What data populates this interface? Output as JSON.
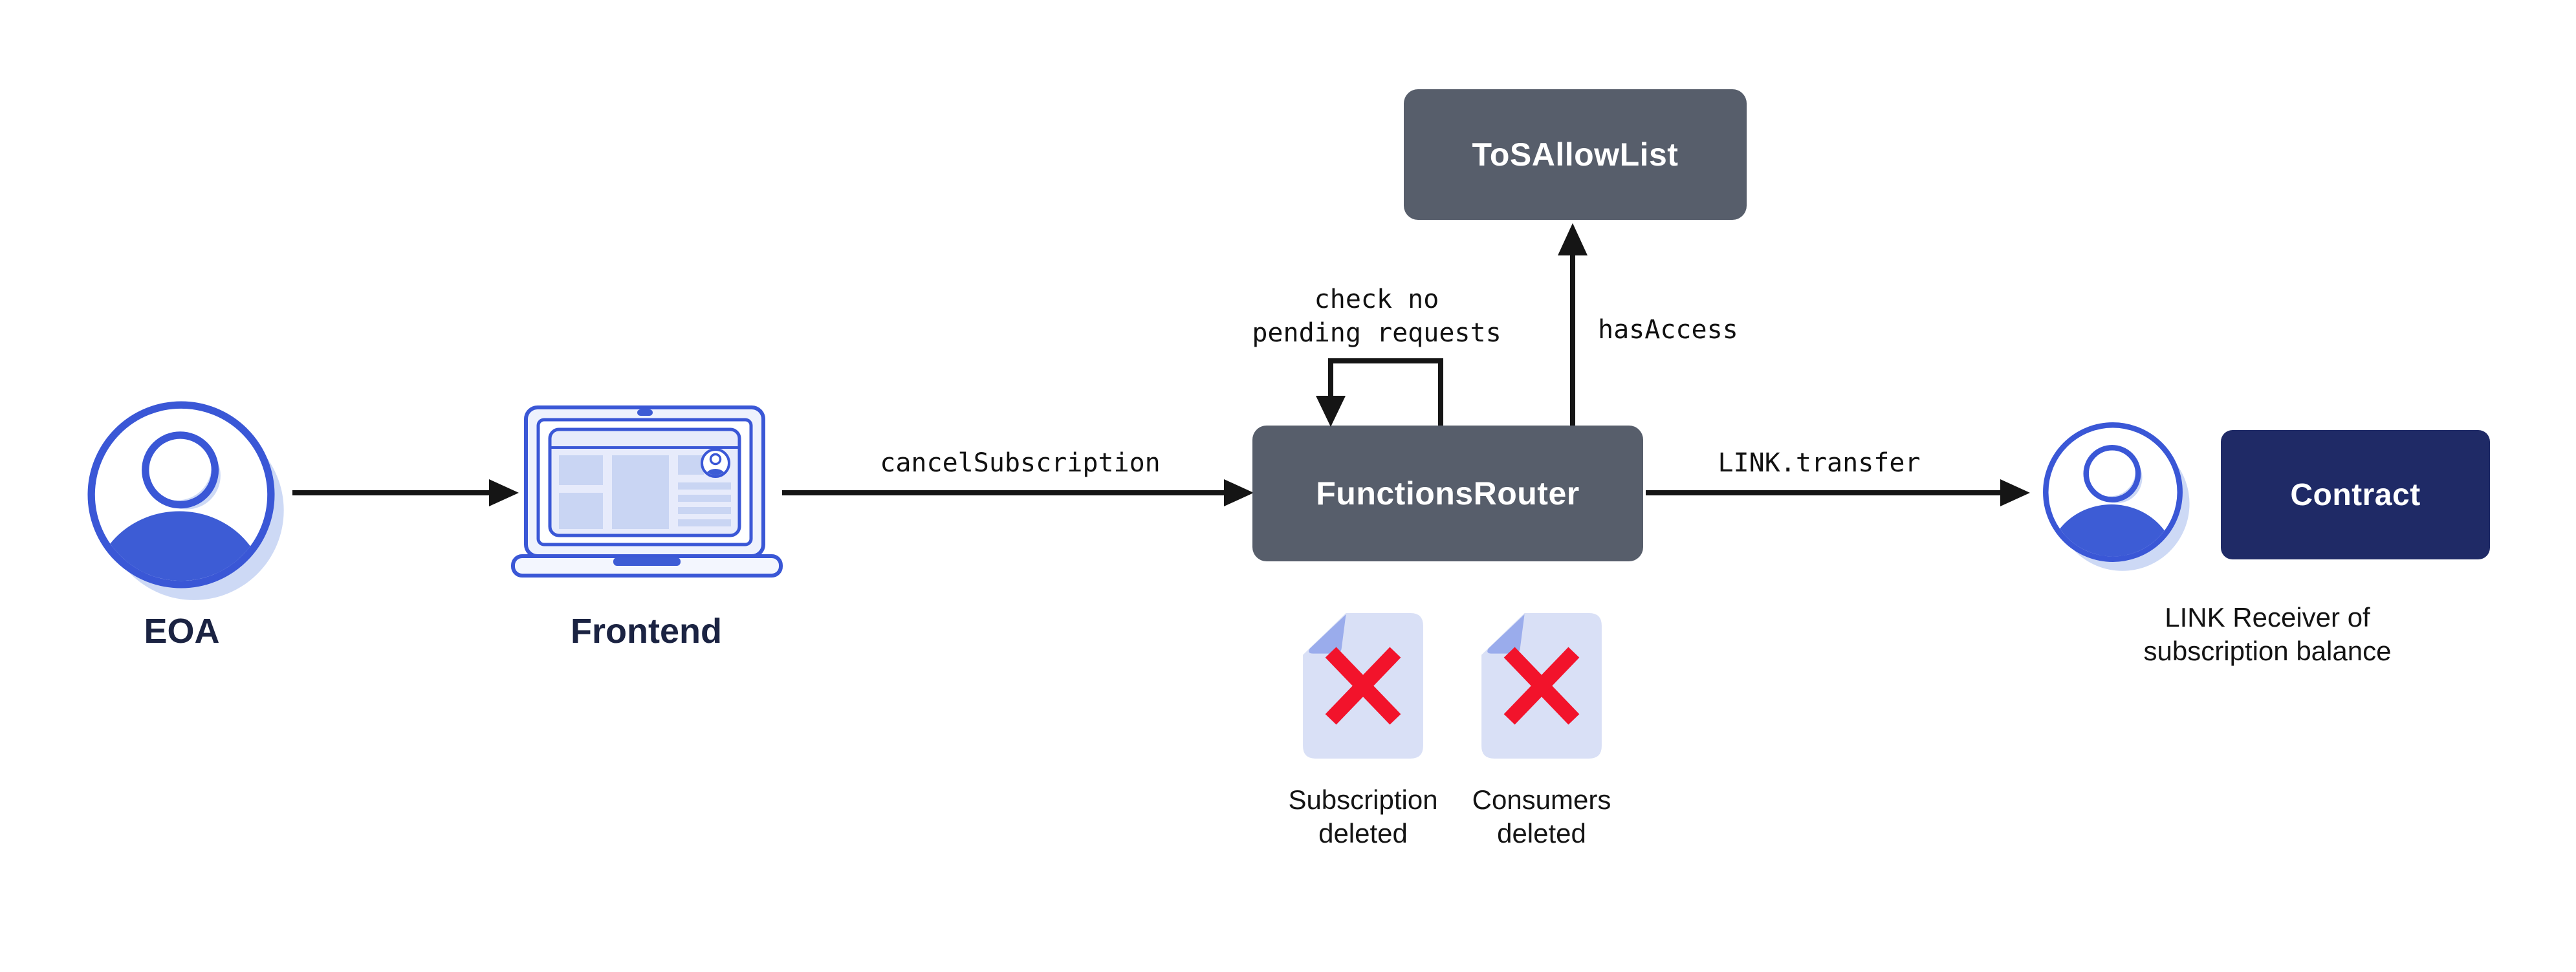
{
  "nodes": {
    "eoa": {
      "label": "EOA"
    },
    "frontend": {
      "label": "Frontend"
    },
    "functions_router": {
      "label": "FunctionsRouter"
    },
    "tos_allow_list": {
      "label": "ToSAllowList"
    },
    "contract": {
      "label": "Contract"
    },
    "receiver": {
      "caption_line1": "LINK Receiver of",
      "caption_line2": "subscription balance"
    }
  },
  "edges": {
    "frontend_to_router_label": "cancelSubscription",
    "router_self_loop_line1": "check no",
    "router_self_loop_line2": "pending requests",
    "router_to_tos_label": "hasAccess",
    "router_to_receiver_label": "LINK.transfer"
  },
  "docs": [
    {
      "line1": "Subscription",
      "line2": "deleted"
    },
    {
      "line1": "Consumers",
      "line2": "deleted"
    }
  ],
  "colors": {
    "background": "#ffffff",
    "outline_blue": "#3A57D6",
    "fill_blue": "#3D5CD5",
    "shadow_blue": "#CDD9F5",
    "slate_box": "#575E6B",
    "navy_box": "#1F2A66",
    "doc_fill": "#D9E0F6",
    "doc_fold": "#9AACEC",
    "red_x": "#F2132B",
    "arrow_black": "#151515",
    "label_navy": "#1B2342"
  }
}
